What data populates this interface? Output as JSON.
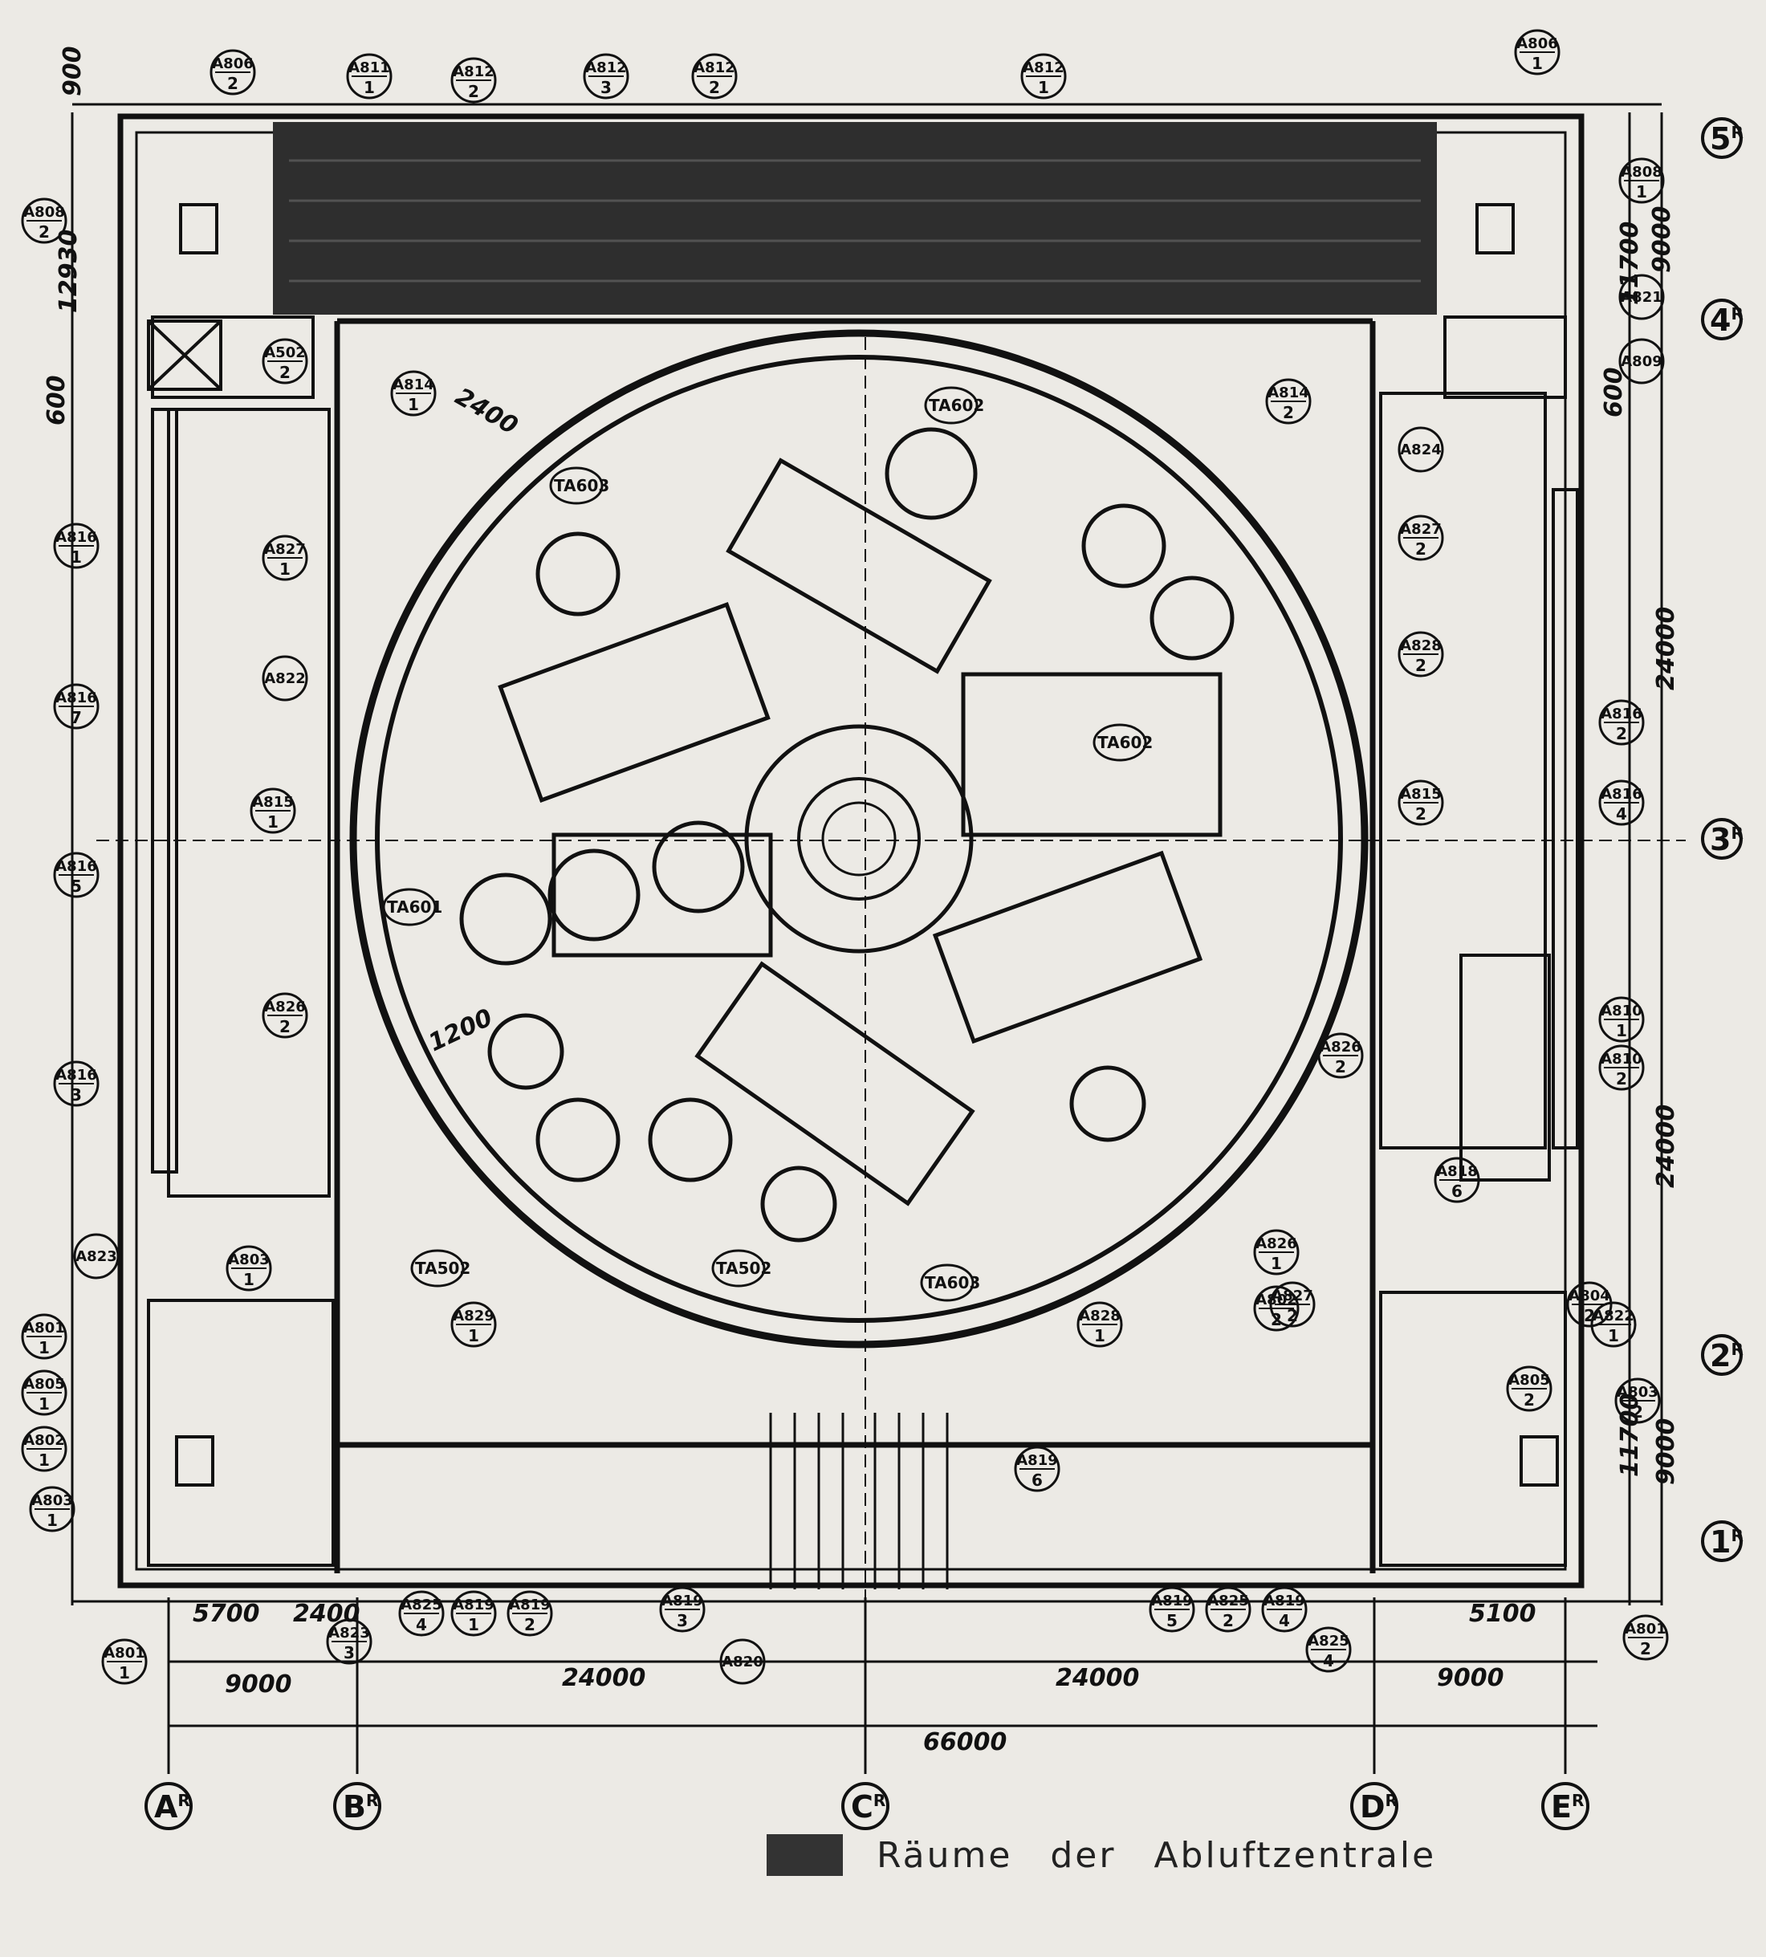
{
  "dimensions": {
    "top_900": "900",
    "left_12930": "12930",
    "left_600": "600",
    "right_9000_top": "9000",
    "right_11700_top": "11700",
    "right_600": "600",
    "right_24000_upper": "24000",
    "right_24000_lower": "24000",
    "right_11700_bottom": "11700",
    "right_9000_bottom": "9000",
    "bottom_5700": "5700",
    "bottom_2400": "2400",
    "bottom_5100": "5100",
    "bottom_9000_left": "9000",
    "bottom_24000_left": "24000",
    "bottom_24000_right": "24000",
    "bottom_9000_right": "9000",
    "total_66000": "66000",
    "stair_1200": "1200",
    "corridor_2400": "2400"
  },
  "axes": {
    "columns": [
      "A",
      "B",
      "C",
      "D",
      "E"
    ],
    "rows": [
      "5",
      "4",
      "3",
      "2",
      "1"
    ],
    "superscript": "R"
  },
  "room_tags": [
    {
      "top": "A806",
      "bottom": "2"
    },
    {
      "top": "A811",
      "bottom": "1"
    },
    {
      "top": "A812",
      "bottom": "2"
    },
    {
      "top": "A812",
      "bottom": "3"
    },
    {
      "top": "A812",
      "bottom": "2"
    },
    {
      "top": "A812",
      "bottom": "1"
    },
    {
      "top": "A806",
      "bottom": "1"
    },
    {
      "top": "A808",
      "bottom": "2"
    },
    {
      "top": "A502",
      "bottom": "2"
    },
    {
      "top": "A814",
      "bottom": "1"
    },
    {
      "top": "A814",
      "bottom": "2"
    },
    {
      "top": "A808",
      "bottom": "1"
    },
    {
      "top": "A821",
      "bottom": ""
    },
    {
      "top": "A809",
      "bottom": ""
    },
    {
      "top": "A824",
      "bottom": ""
    },
    {
      "top": "A816",
      "bottom": "1"
    },
    {
      "top": "A827",
      "bottom": "1"
    },
    {
      "top": "A827",
      "bottom": "2"
    },
    {
      "top": "A822",
      "bottom": ""
    },
    {
      "top": "A816",
      "bottom": "7"
    },
    {
      "top": "A815",
      "bottom": "1"
    },
    {
      "top": "A816",
      "bottom": "5"
    },
    {
      "top": "A826",
      "bottom": "2"
    },
    {
      "top": "A816",
      "bottom": "3"
    },
    {
      "top": "A828",
      "bottom": "2"
    },
    {
      "top": "A816",
      "bottom": "2"
    },
    {
      "top": "A815",
      "bottom": "2"
    },
    {
      "top": "A816",
      "bottom": "4"
    },
    {
      "top": "A810",
      "bottom": "1"
    },
    {
      "top": "A810",
      "bottom": "2"
    },
    {
      "top": "A826",
      "bottom": "2"
    },
    {
      "top": "A818",
      "bottom": "6"
    },
    {
      "top": "A823",
      "bottom": ""
    },
    {
      "top": "A803",
      "bottom": "1"
    },
    {
      "top": "A801",
      "bottom": "1"
    },
    {
      "top": "A805",
      "bottom": "1"
    },
    {
      "top": "A802",
      "bottom": "1"
    },
    {
      "top": "A803",
      "bottom": "1"
    },
    {
      "top": "A826",
      "bottom": "1"
    },
    {
      "top": "A829",
      "bottom": "1"
    },
    {
      "top": "A827",
      "bottom": "2"
    },
    {
      "top": "A828",
      "bottom": "1"
    },
    {
      "top": "A802",
      "bottom": "2"
    },
    {
      "top": "A805",
      "bottom": "2"
    },
    {
      "top": "A803",
      "bottom": "2"
    },
    {
      "top": "A804",
      "bottom": "2"
    },
    {
      "top": "A801",
      "bottom": "2"
    },
    {
      "top": "A801",
      "bottom": "1"
    },
    {
      "top": "A823",
      "bottom": "3"
    },
    {
      "top": "A825",
      "bottom": "4"
    },
    {
      "top": "A819",
      "bottom": "1"
    },
    {
      "top": "A819",
      "bottom": "2"
    },
    {
      "top": "A819",
      "bottom": "3"
    },
    {
      "top": "A820",
      "bottom": ""
    },
    {
      "top": "A819",
      "bottom": "5"
    },
    {
      "top": "A825",
      "bottom": "2"
    },
    {
      "top": "A819",
      "bottom": "4"
    },
    {
      "top": "A825",
      "bottom": "4"
    },
    {
      "top": "A819",
      "bottom": "6"
    },
    {
      "top": "A822",
      "bottom": "1"
    }
  ],
  "room_codes": {
    "reactor_west": "TA601",
    "reactor_east": "TA602",
    "reactor_south": "TA603",
    "reactor_ne": "TA602",
    "reactor_nw": "TA603",
    "reactor_se": "TA502",
    "reactor_sw": "TA502"
  },
  "legend": {
    "text": "Räume der Abluftzentrale",
    "swatch_color": "#333333"
  },
  "colors": {
    "paper": "#eceae5",
    "ink": "#111111",
    "hatch": "#2e2e2e"
  }
}
